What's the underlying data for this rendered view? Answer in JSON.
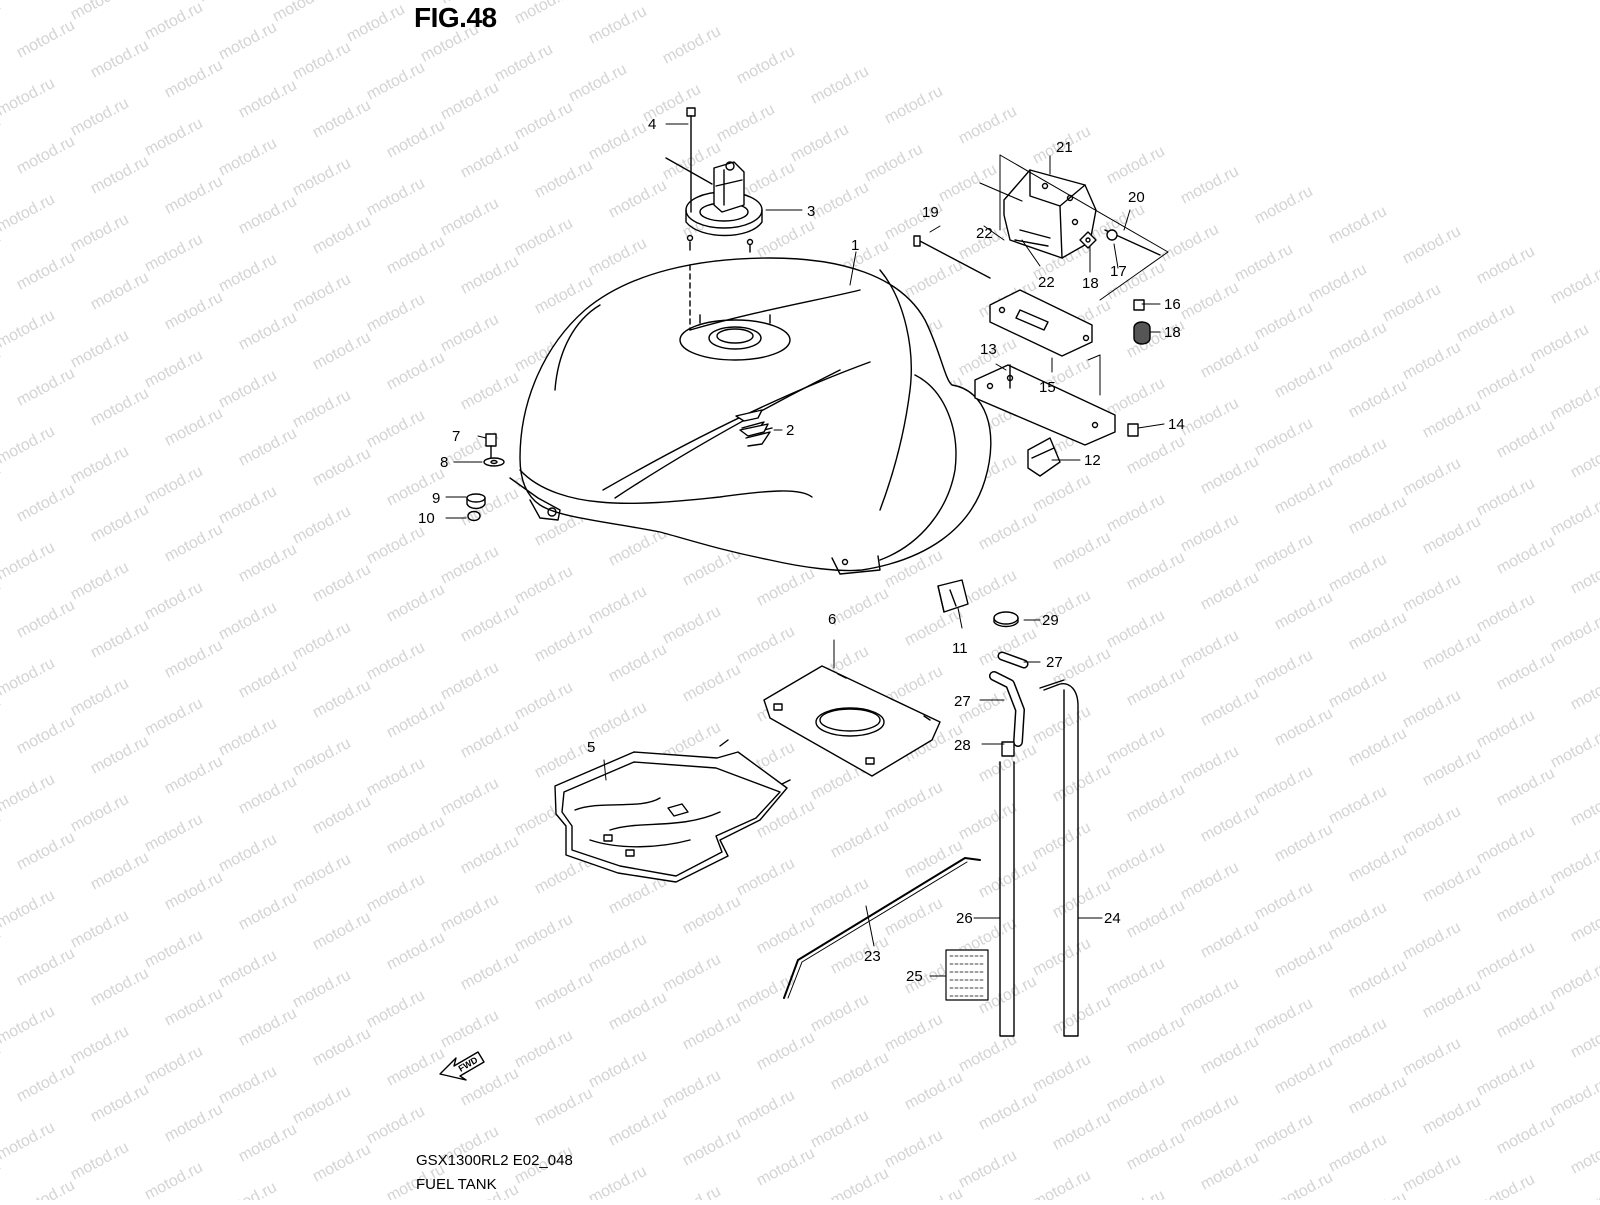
{
  "figure": {
    "title": "FIG.48"
  },
  "watermark": {
    "text": "motod.ru",
    "color": "#d4d4d4"
  },
  "footer": {
    "model_code": "GSX1300RL2 E02_048",
    "name": "FUEL TANK"
  },
  "direction_marker": {
    "icon": "fwd-arrow-icon",
    "text": "FWD"
  },
  "callouts": [
    {
      "id": "1",
      "label": "1"
    },
    {
      "id": "2",
      "label": "2"
    },
    {
      "id": "3",
      "label": "3"
    },
    {
      "id": "4",
      "label": "4"
    },
    {
      "id": "5",
      "label": "5"
    },
    {
      "id": "6",
      "label": "6"
    },
    {
      "id": "7",
      "label": "7"
    },
    {
      "id": "8",
      "label": "8"
    },
    {
      "id": "9",
      "label": "9"
    },
    {
      "id": "10",
      "label": "10"
    },
    {
      "id": "11",
      "label": "11"
    },
    {
      "id": "12",
      "label": "12"
    },
    {
      "id": "13",
      "label": "13"
    },
    {
      "id": "14",
      "label": "14"
    },
    {
      "id": "15",
      "label": "15"
    },
    {
      "id": "16",
      "label": "16"
    },
    {
      "id": "17",
      "label": "17"
    },
    {
      "id": "18a",
      "label": "18"
    },
    {
      "id": "18b",
      "label": "18"
    },
    {
      "id": "19",
      "label": "19"
    },
    {
      "id": "20",
      "label": "20"
    },
    {
      "id": "21",
      "label": "21"
    },
    {
      "id": "22a",
      "label": "22"
    },
    {
      "id": "22b",
      "label": "22"
    },
    {
      "id": "23",
      "label": "23"
    },
    {
      "id": "24",
      "label": "24"
    },
    {
      "id": "25",
      "label": "25"
    },
    {
      "id": "26",
      "label": "26"
    },
    {
      "id": "27a",
      "label": "27"
    },
    {
      "id": "27b",
      "label": "27"
    },
    {
      "id": "28",
      "label": "28"
    },
    {
      "id": "29",
      "label": "29"
    }
  ]
}
